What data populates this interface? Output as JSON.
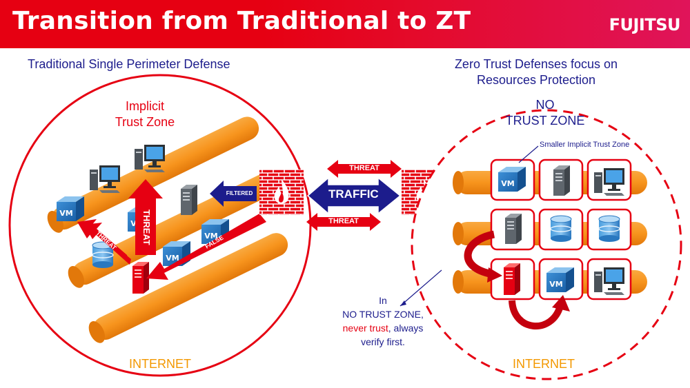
{
  "header": {
    "title": "Transition from Traditional to ZT",
    "logo_text": "FUJITSU"
  },
  "left": {
    "heading": "Traditional Single Perimeter Defense",
    "zone_line1": "Implicit",
    "zone_line2": "Trust Zone",
    "threat_label": "THREAT",
    "false_label": "FALSE",
    "filtered_label": "FILTERED",
    "internet_label": "INTERNET",
    "vm_label": "VM"
  },
  "middle": {
    "threat_top_label": "THREAT",
    "traffic_label": "TRAFFIC",
    "threat_bottom_label": "THREAT"
  },
  "right": {
    "heading_line1": "Zero Trust Defenses focus on",
    "heading_line2": "Resources Protection",
    "zone_line1": "NO",
    "zone_line2": "TRUST ZONE",
    "smaller_zone_label": "Smaller Implicit Trust Zone",
    "note_line1": "In",
    "note_line2": "NO TRUST ZONE,",
    "note_line3_red": "never trust",
    "note_line3_rest": ", always",
    "note_line4": "verify first.",
    "internet_label": "INTERNET",
    "vm_label": "VM"
  },
  "colors": {
    "brand_red": "#e60012",
    "navy": "#1c1c8c",
    "orange": "#f39800",
    "pipe_orange": "#f7941d",
    "vm_blue": "#1e6fb8"
  }
}
